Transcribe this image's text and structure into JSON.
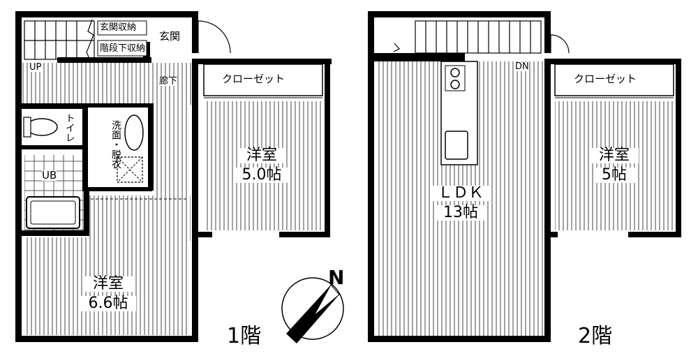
{
  "floor1": {
    "title": "1階",
    "rooms": {
      "genkan_shuno": "玄関収納",
      "genkan": "玄関",
      "kaidan_shita": "階段下収納",
      "up": "UP",
      "rouka": "廊下",
      "closet": "クローゼット",
      "toilet": "トイレ",
      "senmen": "洗面・脱衣",
      "ub": "UB",
      "youshitsu_a": "洋室",
      "youshitsu_a_size": "5.0帖",
      "youshitsu_b": "洋室",
      "youshitsu_b_size": "6.6帖"
    }
  },
  "floor2": {
    "title": "2階",
    "rooms": {
      "dn": "DN",
      "closet": "クローゼット",
      "ldk": "ＬＤＫ",
      "ldk_size": "13帖",
      "youshitsu": "洋室",
      "youshitsu_size": "5帖"
    }
  },
  "compass": {
    "north": "N"
  }
}
